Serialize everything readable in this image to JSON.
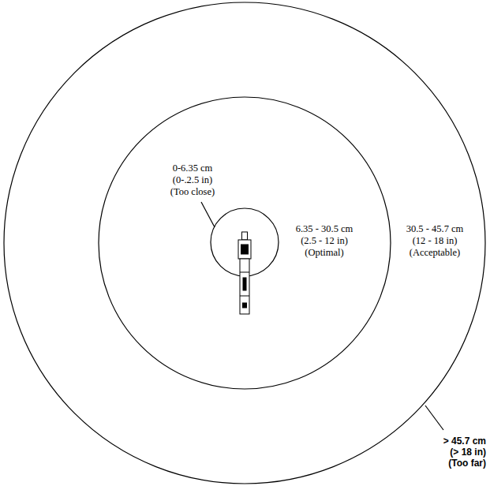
{
  "diagram": {
    "labels": [
      "0-6.35 cm",
      "(0-.2.5 in)",
      "(Too close)",
      "6.35 - 30.5 cm",
      "(2.5 - 12 in)",
      "(Optimal)",
      "30.5 - 45.7 cm",
      "(12 - 18 in)",
      "(Acceptable)",
      "> 45.7 cm",
      "(> 18 in)",
      "(Too far)"
    ]
  }
}
